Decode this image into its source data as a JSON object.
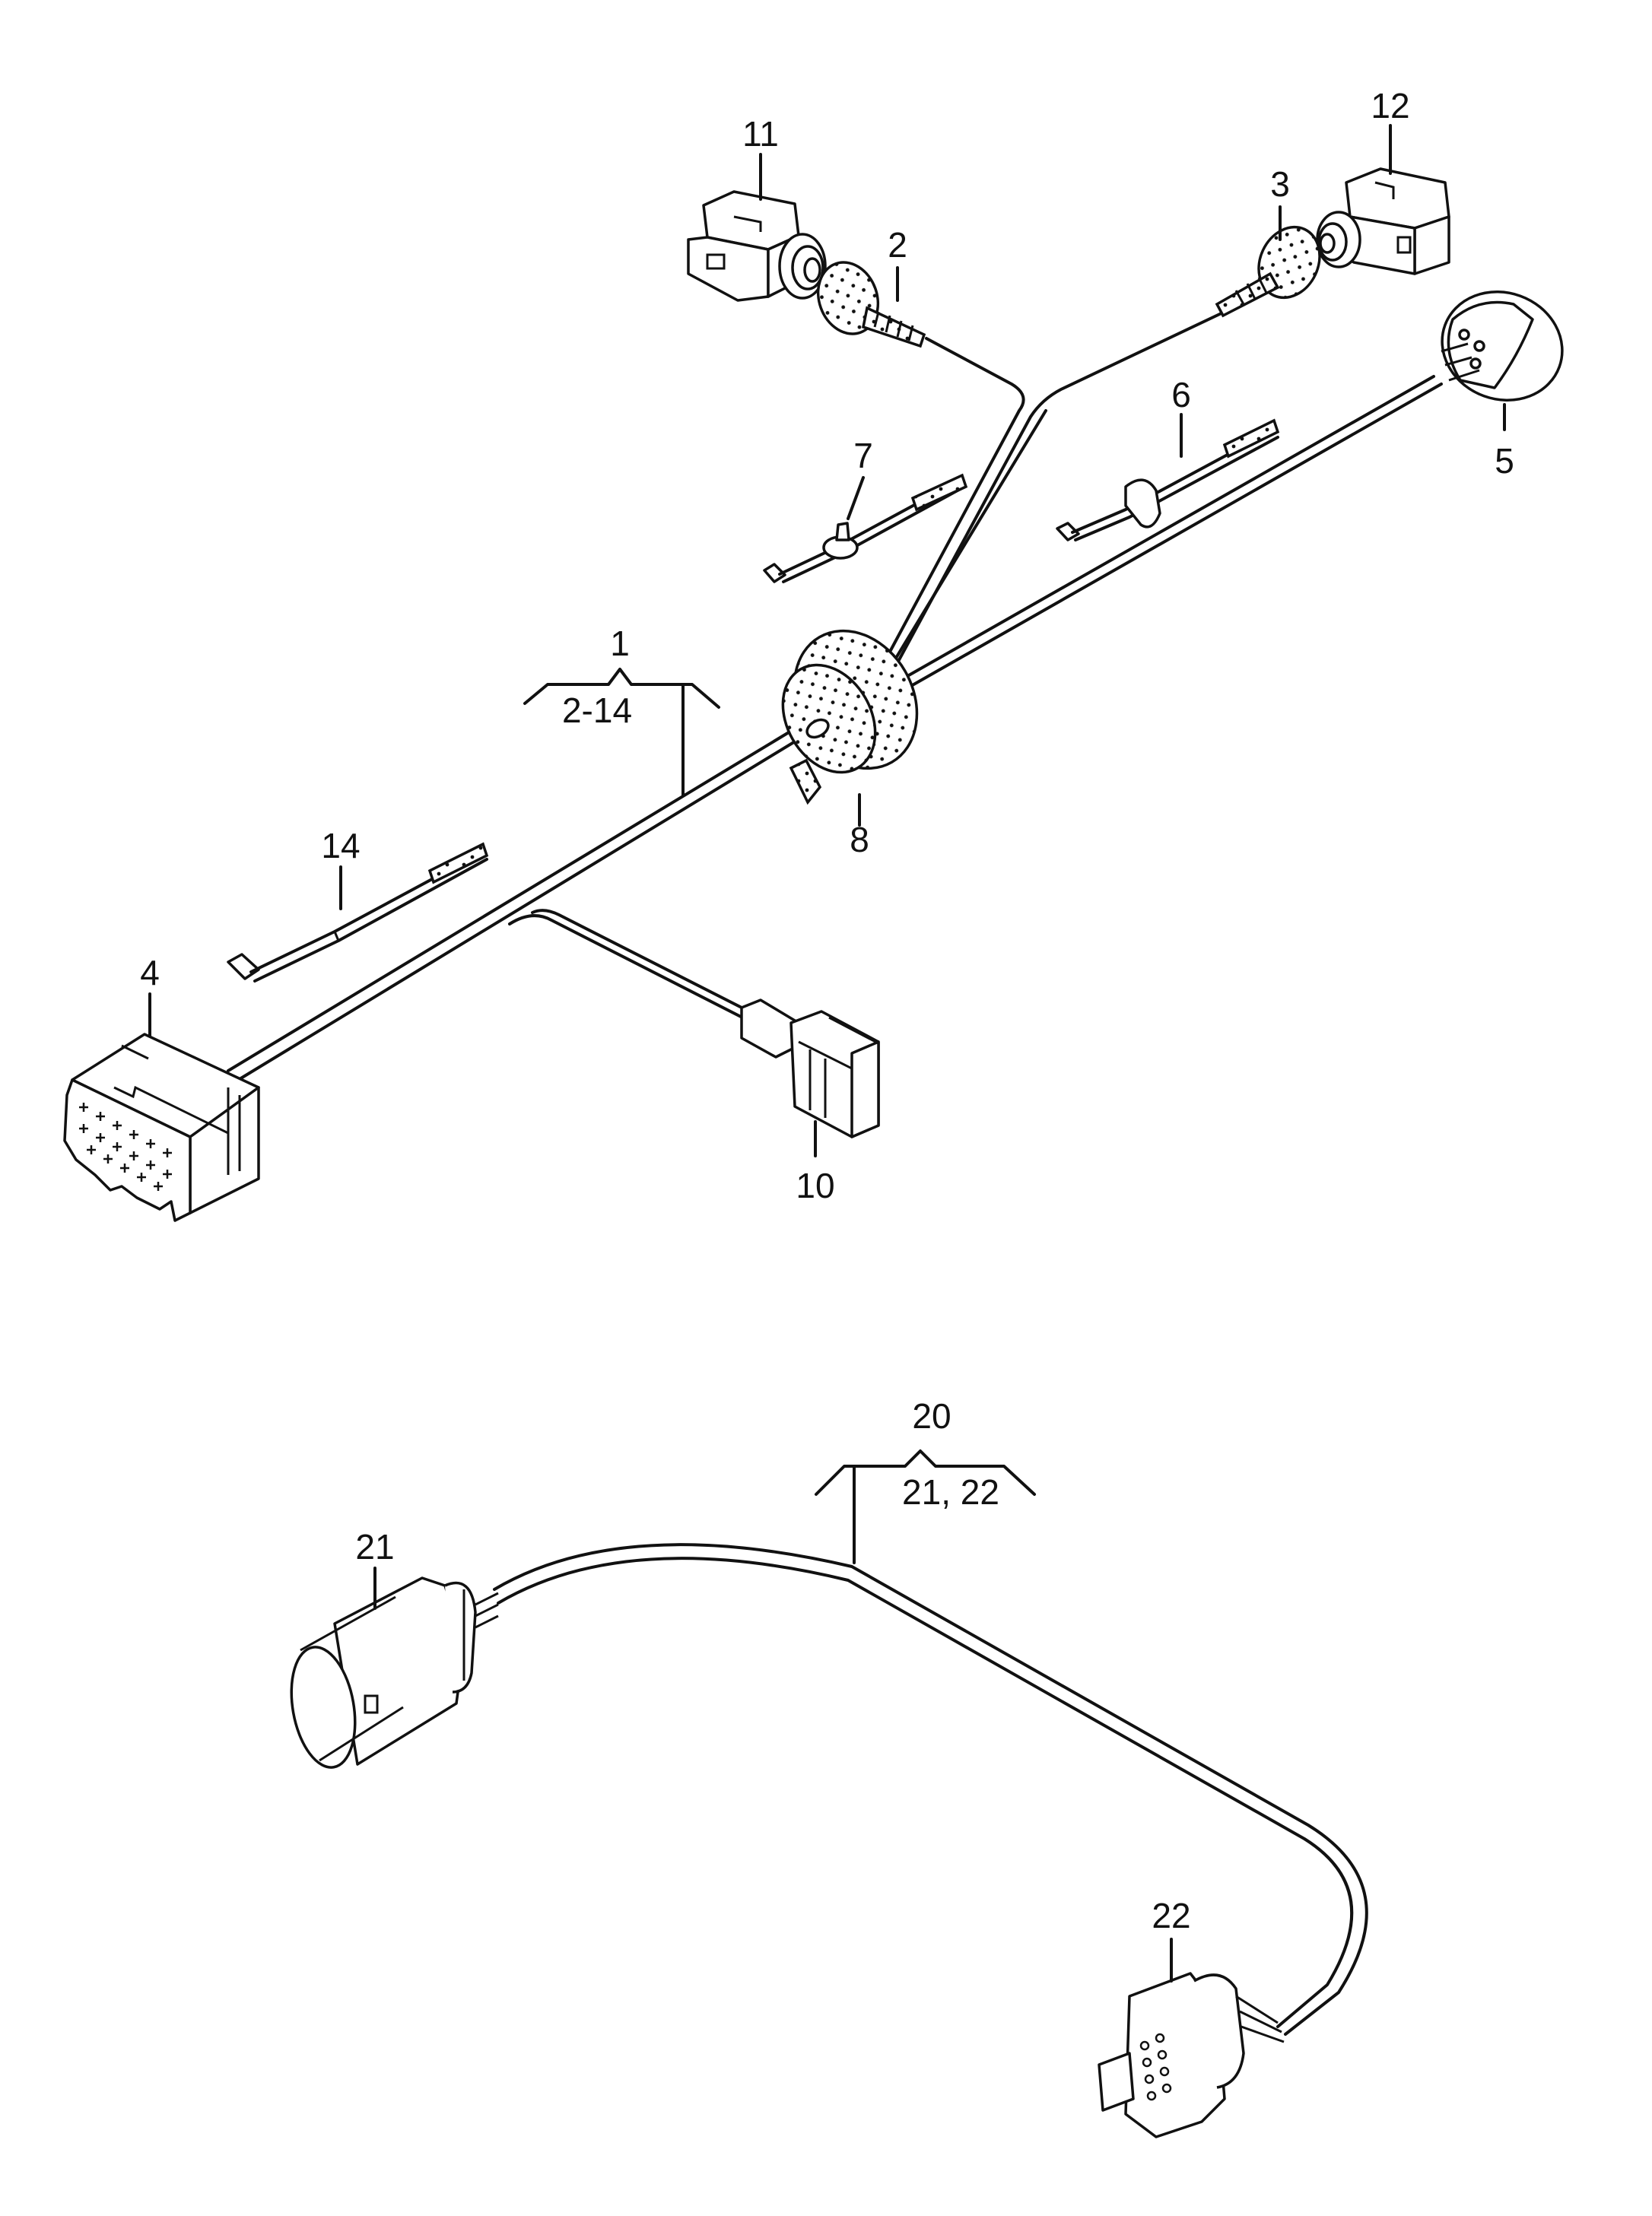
{
  "diagram": {
    "upper_harness": {
      "group_label": "1",
      "group_range": "2-14"
    },
    "lower_harness": {
      "group_label": "20",
      "group_range": "21, 22"
    },
    "callouts": {
      "c2": "2",
      "c3": "3",
      "c4": "4",
      "c5": "5",
      "c6": "6",
      "c7": "7",
      "c8": "8",
      "c10": "10",
      "c11": "11",
      "c12": "12",
      "c14": "14",
      "c21": "21",
      "c22": "22"
    }
  }
}
